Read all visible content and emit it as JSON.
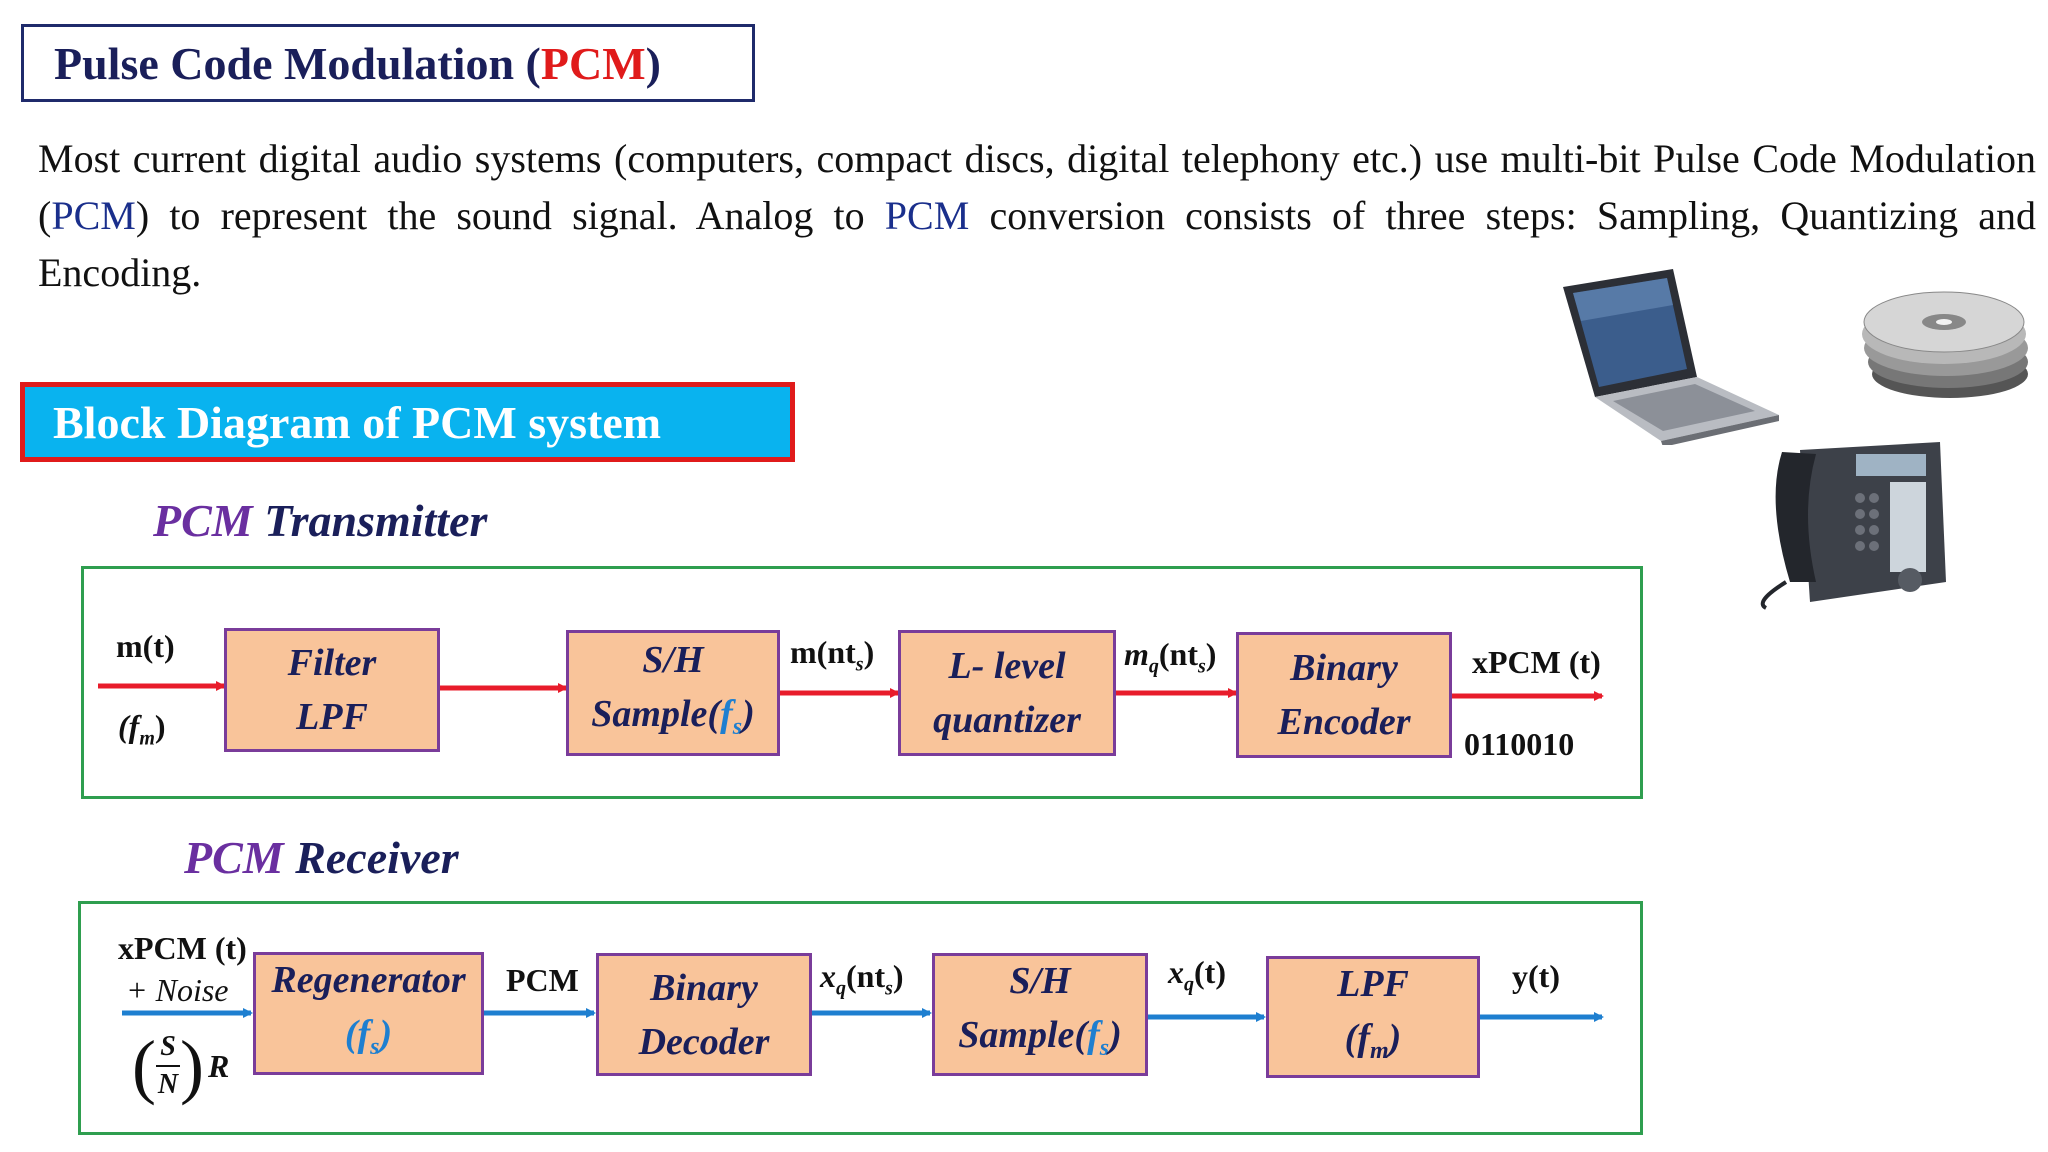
{
  "header": {
    "title_prefix": "Pulse Code Modulation (",
    "title_acronym": "PCM",
    "title_suffix": ")"
  },
  "intro": {
    "part1": "Most current digital audio systems (computers, compact discs, digital telephony etc.) use multi-bit Pulse Code Modulation (",
    "acr1": "PCM",
    "part2": ") to represent the sound signal. Analog to ",
    "acr2": "PCM",
    "part3": " conversion consists of three steps: Sampling, Quantizing and Encoding."
  },
  "section_title": "Block Diagram of PCM system",
  "transmitter": {
    "heading_acr": "PCM",
    "heading_rest": " Transmitter",
    "blocks": [
      {
        "line1": "Filter",
        "line2": "LPF"
      },
      {
        "line1": "S/H",
        "line2": "Sample(",
        "line2_var": "f",
        "line2_sub": "s",
        "line2_end": ")"
      },
      {
        "line1": "L- level",
        "line2": "quantizer"
      },
      {
        "line1": "Binary",
        "line2": "Encoder"
      }
    ],
    "labels": {
      "input_top": "m(t)",
      "input_bottom_var": "(f",
      "input_bottom_sub": "m",
      "input_bottom_end": ")",
      "sample_out": "m(nt",
      "sample_out_sub": "s",
      "sample_out_end": ")",
      "quant_out_var": "m",
      "quant_out_sub1": "q",
      "quant_out_mid": "(nt",
      "quant_out_sub2": "s",
      "quant_out_end": ")",
      "output_top": "xPCM (t)",
      "output_bits": "0110010"
    }
  },
  "receiver": {
    "heading_acr": "PCM",
    "heading_rest": " Receiver",
    "blocks": [
      {
        "line1": "Regenerator",
        "line2_var": "(f",
        "line2_sub": "s",
        "line2_end": ")"
      },
      {
        "line1": "Binary",
        "line2": "Decoder"
      },
      {
        "line1": "S/H",
        "line2": "Sample(",
        "line2_var": "f",
        "line2_sub": "s",
        "line2_end": ")"
      },
      {
        "line1": "LPF",
        "line2_var": "(f",
        "line2_sub": "m",
        "line2_end": ")"
      }
    ],
    "labels": {
      "input_top": "xPCM (t)",
      "input_noise": "+ Noise",
      "snr_num": "S",
      "snr_den": "N",
      "snr_suffix": "R",
      "regen_out": "PCM",
      "decoder_out_var": "x",
      "decoder_out_sub1": "q",
      "decoder_out_mid": "(nt",
      "decoder_out_sub2": "s",
      "decoder_out_end": ")",
      "sh_out_var": "x",
      "sh_out_sub": "q",
      "sh_out_end": "(t)",
      "output": "y(t)"
    }
  },
  "colors": {
    "title_text": "#1a1f5a",
    "accent_red": "#e01b1b",
    "section_bg": "#09b3ef",
    "block_fill": "#f9c49a",
    "block_border": "#7a3c9a",
    "frame_border": "#2f9e4f",
    "tx_arrow": "#e81c2b",
    "rx_arrow": "#1e7fd0"
  },
  "icons": [
    "laptop-icon",
    "cd-stack-icon",
    "desk-phone-icon"
  ]
}
